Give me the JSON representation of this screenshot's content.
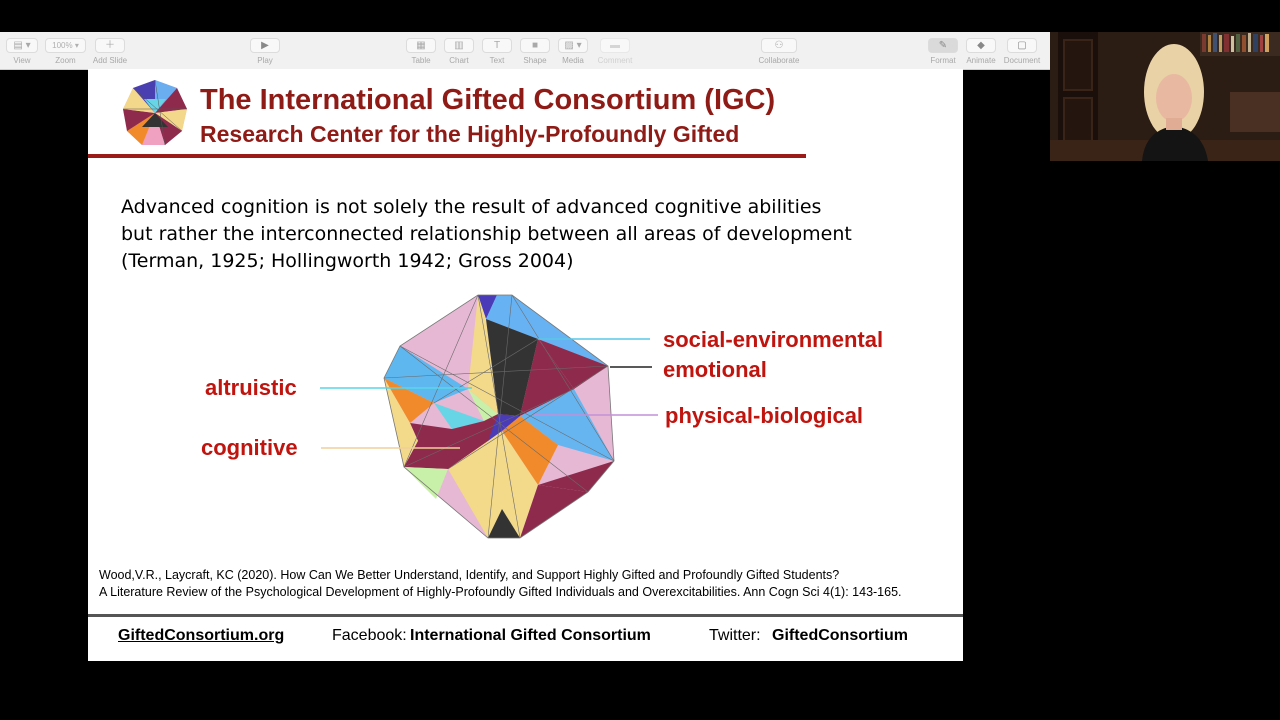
{
  "toolbar": {
    "view": "View",
    "zoom": "Zoom",
    "zoom_value": "100%",
    "add_slide": "Add Slide",
    "play": "Play",
    "table": "Table",
    "chart": "Chart",
    "text": "Text",
    "shape": "Shape",
    "media": "Media",
    "comment": "Comment",
    "collaborate": "Collaborate",
    "format": "Format",
    "animate": "Animate",
    "document": "Document"
  },
  "slide": {
    "title": "The International Gifted Consortium (IGC)",
    "subtitle": "Research Center for the Highly-Profoundly Gifted",
    "body": [
      "Advanced cognition is not solely the result of advanced cognitive abilities",
      "but rather the interconnected relationship between all areas of development",
      "(Terman, 1925; Hollingworth 1942; Gross 2004)"
    ],
    "labels": {
      "social": "social-environmental",
      "emotional": "emotional",
      "physical": "physical-biological",
      "altruistic": "altruistic",
      "cognitive": "cognitive"
    },
    "references": [
      "Wood,V.R., Laycraft, KC (2020).  How Can We Better Understand, Identify, and Support Highly Gifted and Profoundly Gifted Students?",
      "A Literature Review of the Psychological Development of Highly-Profoundly Gifted Individuals and Overexcitabilities. Ann Cogn Sci 4(1): 143-165."
    ],
    "footer": {
      "site": "GiftedConsortium.org",
      "facebook_label": "Facebook:",
      "facebook_value": "International Gifted Consortium",
      "twitter_label": "Twitter:",
      "twitter_value": "GiftedConsortium"
    }
  },
  "colors": {
    "title": "#8e1b16",
    "label": "#c0140f",
    "toolbar_bg": "#f1f1f1"
  },
  "icons": [
    "view-icon",
    "add-slide-icon",
    "play-icon",
    "table-icon",
    "chart-icon",
    "text-icon",
    "shape-icon",
    "media-icon",
    "comment-icon",
    "collaborate-icon",
    "format-icon",
    "animate-icon",
    "document-icon",
    "igc-logo-icon"
  ]
}
